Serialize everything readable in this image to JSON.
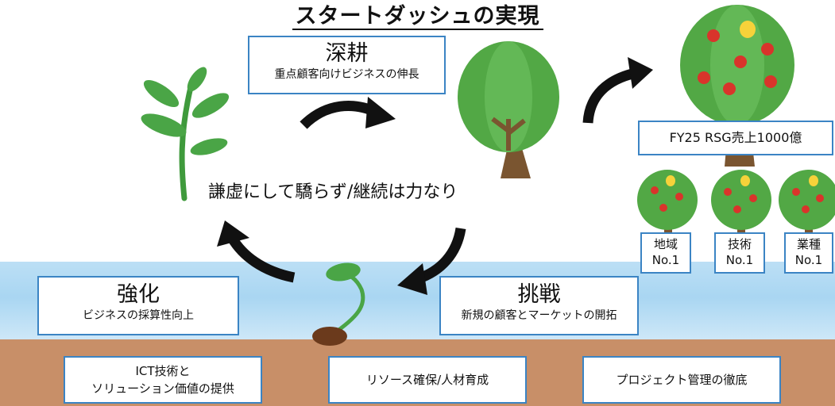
{
  "title": "スタートダッシュの実現",
  "motto": "謙虚にして驕らず/継続は力なり",
  "boxes": {
    "deep": {
      "title": "深耕",
      "subtitle": "重点顧客向けビジネスの伸長"
    },
    "strengthen": {
      "title": "強化",
      "subtitle": "ビジネスの採算性向上"
    },
    "challenge": {
      "title": "挑戦",
      "subtitle": "新規の顧客とマーケットの開拓"
    }
  },
  "goal_label": "FY25 RSG売上1000億",
  "tree_tags": [
    {
      "line1": "地域",
      "line2": "No.1"
    },
    {
      "line1": "技術",
      "line2": "No.1"
    },
    {
      "line1": "業種",
      "line2": "No.1"
    }
  ],
  "foundation": [
    {
      "line1": "ICT技術と",
      "line2": "ソリューション価値の提供"
    },
    {
      "line1": "リソース確保/人材育成",
      "line2": ""
    },
    {
      "line1": "プロジェクト管理の徹底",
      "line2": ""
    }
  ],
  "icons": [
    "seed-sprout-icon",
    "young-plant-icon",
    "green-tree-icon",
    "apple-tree-with-chick-icon",
    "small-apple-tree-icon",
    "curved-arrow-icon"
  ],
  "colors": {
    "box_border": "#3b84c4",
    "leaf": "#4aa546",
    "soil": "#c88f68",
    "arrow": "#111111"
  }
}
